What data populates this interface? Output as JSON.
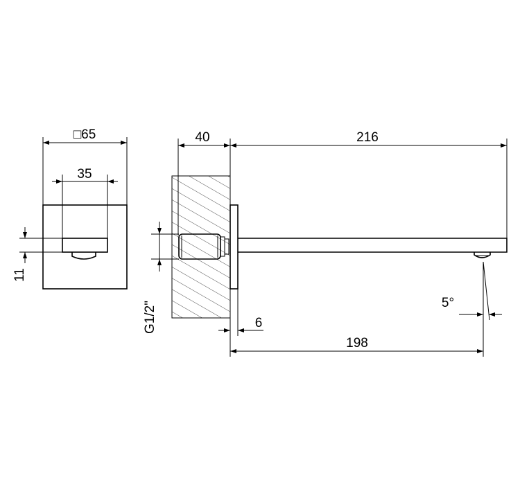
{
  "dimensions": {
    "plate_size": "□65",
    "outlet_width": "35",
    "outlet_height": "11",
    "wall_depth": "40",
    "spout_length": "216",
    "thread": "G1/2\"",
    "plate_thickness": "6",
    "projection": "198",
    "angle": "5°"
  }
}
